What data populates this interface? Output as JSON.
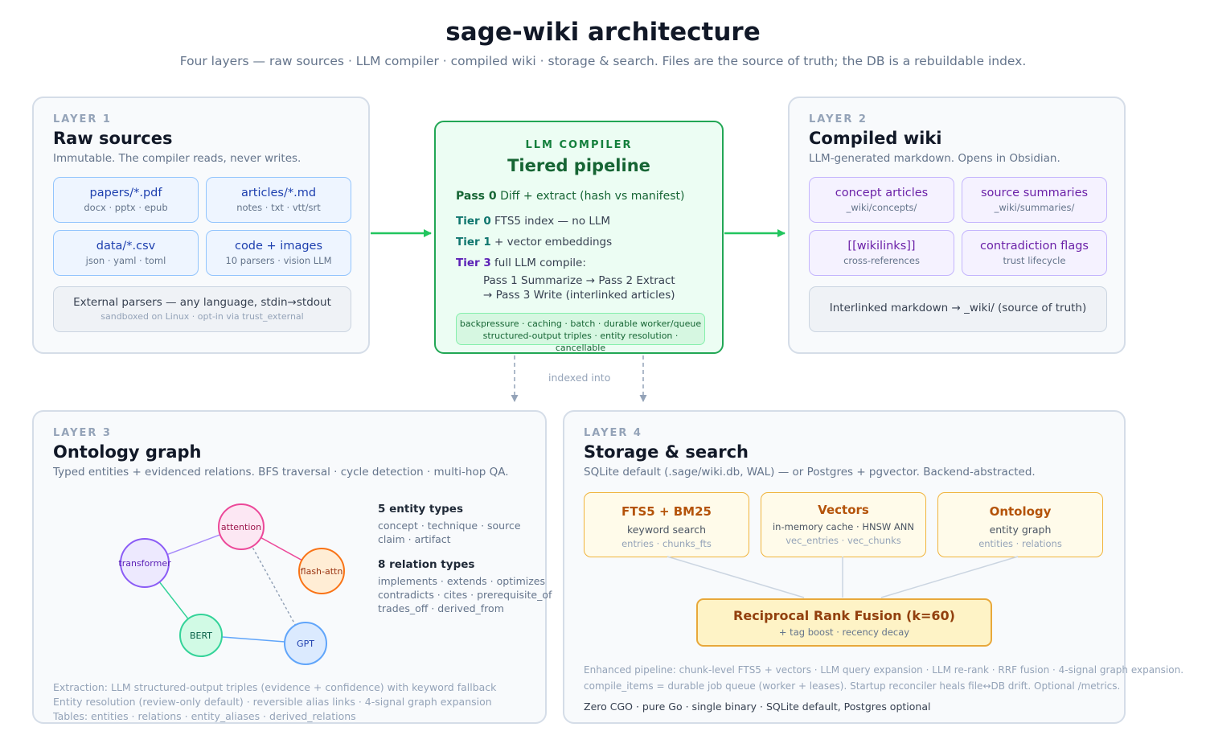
{
  "header": {
    "title": "sage-wiki architecture",
    "subtitle": "Four layers — raw sources · LLM compiler · compiled wiki · storage & search. Files are the source of truth; the DB is a rebuildable index."
  },
  "layer1": {
    "label": "LAYER 1",
    "title": "Raw sources",
    "desc": "Immutable. The compiler reads, never writes.",
    "boxes": [
      {
        "main": "papers/*.pdf",
        "sub": "docx · pptx · epub"
      },
      {
        "main": "articles/*.md",
        "sub": "notes · txt · vtt/srt"
      },
      {
        "main": "data/*.csv",
        "sub": "json · yaml · toml"
      },
      {
        "main": "code + images",
        "sub": "10 parsers · vision LLM"
      }
    ],
    "external": {
      "main": "External parsers — any language, stdin→stdout",
      "sub": "sandboxed on Linux · opt-in via trust_external"
    }
  },
  "compiler": {
    "label": "LLM COMPILER",
    "title": "Tiered pipeline",
    "pass0": {
      "key": "Pass 0",
      "text": "Diff + extract (hash vs manifest)"
    },
    "tier0": {
      "key": "Tier 0",
      "text": "FTS5 index — no LLM"
    },
    "tier1": {
      "key": "Tier 1",
      "text": "+ vector embeddings"
    },
    "tier3": {
      "key": "Tier 3",
      "text": "full LLM compile:"
    },
    "tier3_line1": "Pass 1 Summarize → Pass 2 Extract",
    "tier3_line2": "→ Pass 3 Write (interlinked articles)",
    "chip_line1": "backpressure · caching · batch · durable worker/queue",
    "chip_line2": "structured-output triples · entity resolution · cancellable"
  },
  "layer2": {
    "label": "LAYER 2",
    "title": "Compiled wiki",
    "desc": "LLM-generated markdown. Opens in Obsidian.",
    "boxes": [
      {
        "main": "concept articles",
        "sub": "_wiki/concepts/"
      },
      {
        "main": "source summaries",
        "sub": "_wiki/summaries/"
      },
      {
        "main": "[[wikilinks]]",
        "sub": "cross-references"
      },
      {
        "main": "contradiction flags",
        "sub": "trust lifecycle"
      }
    ],
    "bottom": "Interlinked markdown → _wiki/ (source of truth)"
  },
  "indexed_label": "indexed into",
  "layer3": {
    "label": "LAYER 3",
    "title": "Ontology graph",
    "desc": "Typed entities + evidenced relations. BFS traversal · cycle detection · multi-hop QA.",
    "nodes": {
      "attention": "attention",
      "transformer": "transformer",
      "flash": "flash-attn",
      "bert": "BERT",
      "gpt": "GPT"
    },
    "entity_head": "5 entity types",
    "entity_line1": "concept · technique · source",
    "entity_line2": "claim · artifact",
    "relation_head": "8 relation types",
    "relation_line1": "implements · extends · optimizes",
    "relation_line2": "contradicts · cites · prerequisite_of",
    "relation_line3": "trades_off · derived_from",
    "foot1": "Extraction: LLM structured-output triples (evidence + confidence) with keyword fallback",
    "foot2": "Entity resolution (review-only default) · reversible alias links · 4-signal graph expansion",
    "foot3": "Tables: entities · relations · entity_aliases · derived_relations"
  },
  "layer4": {
    "label": "LAYER 4",
    "title": "Storage & search",
    "desc": "SQLite default (.sage/wiki.db, WAL) — or Postgres + pgvector. Backend-abstracted.",
    "fts": {
      "main": "FTS5 + BM25",
      "sub": "keyword search",
      "sub2": "entries · chunks_fts"
    },
    "vectors": {
      "main": "Vectors",
      "sub": "in-memory cache · HNSW ANN",
      "sub2": "vec_entries · vec_chunks"
    },
    "ontology": {
      "main": "Ontology",
      "sub": "entity graph",
      "sub2": "entities · relations"
    },
    "rrf": {
      "main": "Reciprocal Rank Fusion (k=60)",
      "sub": "+ tag boost · recency decay"
    },
    "foot1": "Enhanced pipeline: chunk-level FTS5 + vectors · LLM query expansion · LLM re-rank · RRF fusion · 4-signal graph expansion.",
    "foot2": "compile_items = durable job queue (worker + leases). Startup reconciler heals file↔DB drift. Optional /metrics.",
    "foot3": "Zero CGO · pure Go · single binary · SQLite default, Postgres optional"
  },
  "colors": {
    "compiler_border": "#22a755",
    "arrow": "#22c55e",
    "source_box": "#93c5fd",
    "wiki_box": "#c4b5fd",
    "storage_box": "#f0b43c"
  }
}
